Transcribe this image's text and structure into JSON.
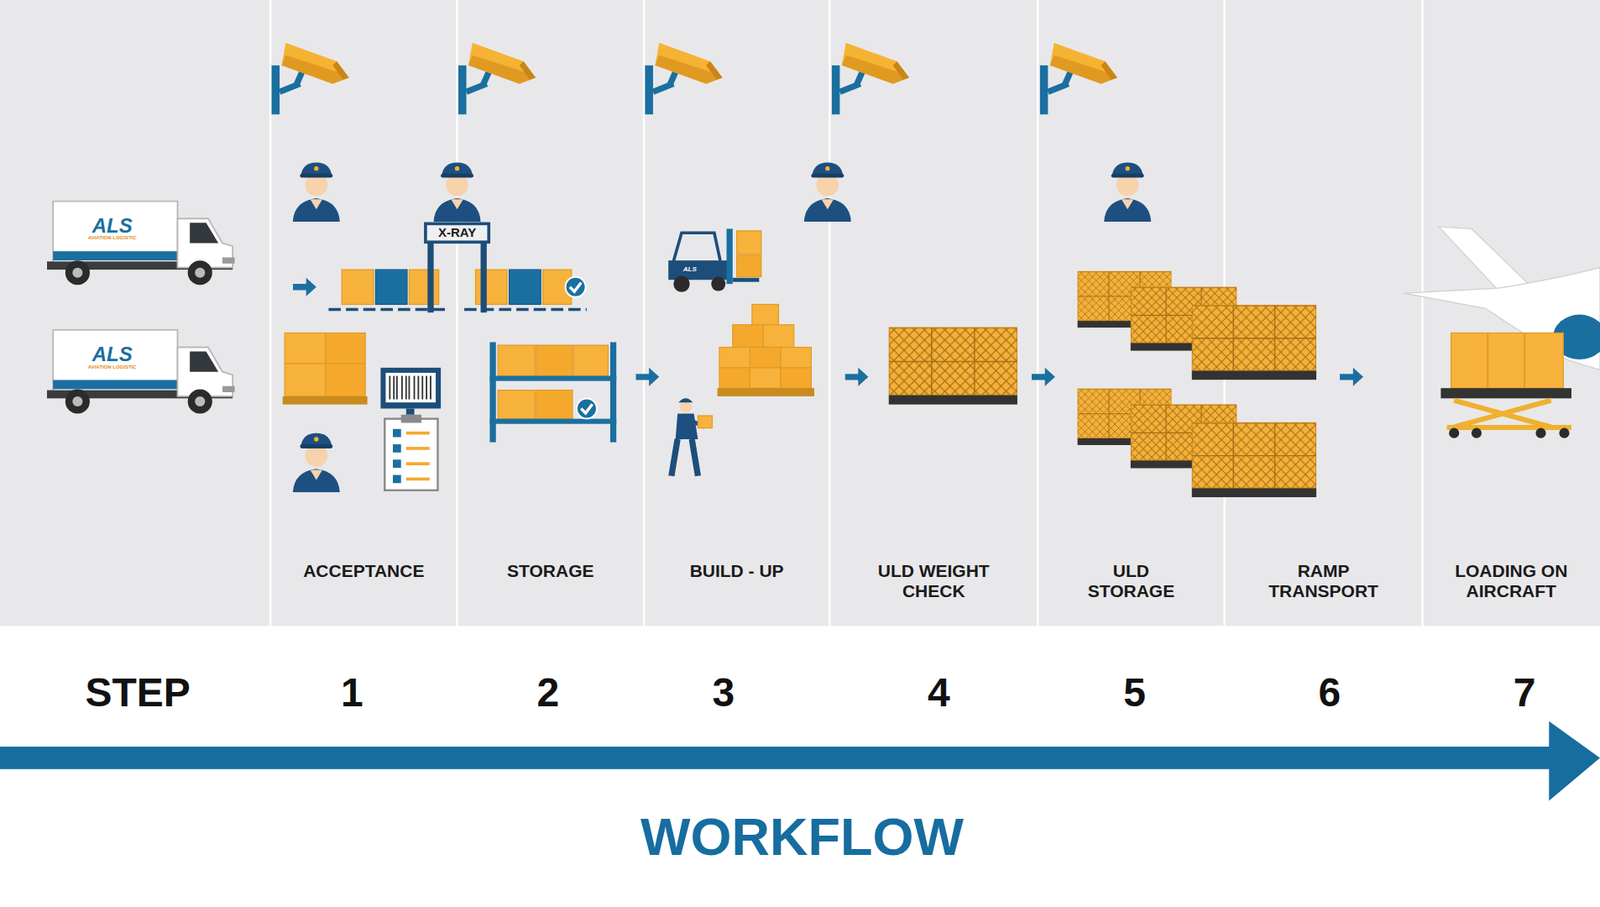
{
  "diagram": {
    "title": "WORKFLOW",
    "nodes": [
      {
        "text": [
          "ACCEPTANCE"
        ]
      },
      {
        "text": [
          "STORAGE"
        ]
      },
      {
        "text": [
          "BUILD - UP"
        ]
      },
      {
        "text": [
          "ULD WEIGHT CHECK"
        ]
      },
      {
        "text": [
          "ULD STORAGE"
        ]
      },
      {
        "text": [
          "RAMP TRANSPORT"
        ]
      },
      {
        "text": [
          "LOADING ON AIRCRAFT"
        ]
      }
    ],
    "labels": [
      "X-RAY",
      "ALS",
      "AVIATION LOGISTIC",
      "ALS",
      "AVIATION LOGISTIC",
      "ALS",
      "STEP",
      "1",
      "2",
      "3",
      "4",
      "5",
      "6",
      "7"
    ]
  }
}
